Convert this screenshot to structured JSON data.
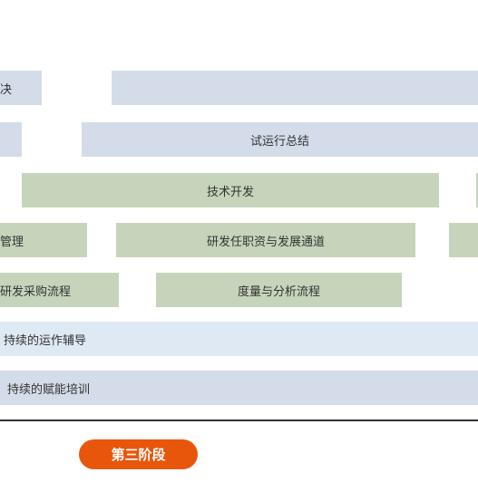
{
  "rows": {
    "row1": {
      "left_label": "决",
      "right_label": ""
    },
    "row2": {
      "left_label": "",
      "right_label": "试运行总结"
    },
    "row3": {
      "main_label": "技术开发"
    },
    "row4": {
      "left_label": "管理",
      "mid_label": "研发任职资与发展通道",
      "right_label": ""
    },
    "row5": {
      "left_label": "研发采购流程",
      "right_label": "度量与分析流程"
    },
    "row6": {
      "label": "持续的运作辅导"
    },
    "row7": {
      "label": "持续的赋能培训"
    }
  },
  "stage": {
    "label": "第三阶段",
    "color": "#e8560c"
  },
  "colors": {
    "blue_bar": "#d4dce9",
    "green_bar": "#c6d4bb",
    "light_blue_bar": "#dee9f4",
    "timeline": "#333333"
  }
}
